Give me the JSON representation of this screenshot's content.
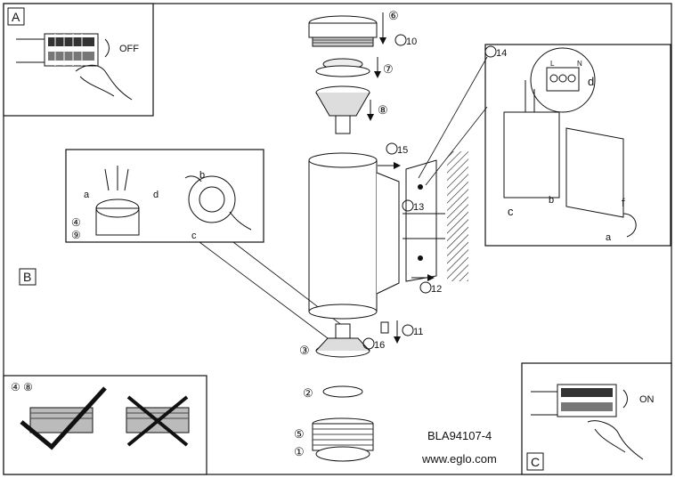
{
  "panels": {
    "a": {
      "letter": "A",
      "state": "OFF"
    },
    "b": {
      "letter": "B"
    },
    "c": {
      "letter": "C",
      "state": "ON"
    }
  },
  "steps": {
    "s1": "①",
    "s2": "②",
    "s3": "③",
    "s4": "④",
    "s5": "⑤",
    "s6": "⑥",
    "s7": "⑦",
    "s8": "⑧",
    "s9": "⑨",
    "s10": "10",
    "s11": "11",
    "s12": "12",
    "s13": "13",
    "s14": "14",
    "s15": "15",
    "s16": "16"
  },
  "detail_letters": {
    "a": "a",
    "b": "b",
    "c": "c",
    "d": "d",
    "f": "f"
  },
  "terminal_labels": {
    "L": "L",
    "N": "N"
  },
  "inset_steps": "④ ⑧",
  "model_code": "BLA94107-4",
  "website": "www.eglo.com"
}
